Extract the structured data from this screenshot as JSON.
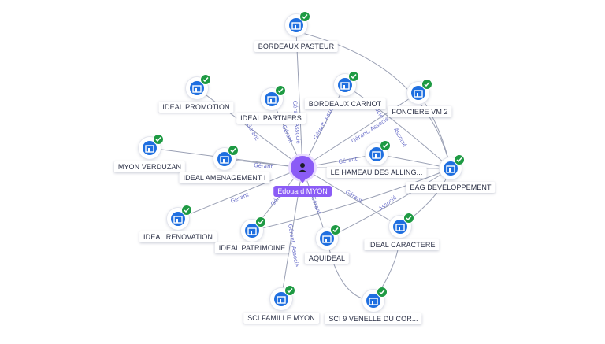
{
  "person": {
    "name": "Edouard MYON"
  },
  "colors": {
    "person": "#8b5cf6",
    "company": "#1f6fe0",
    "verified": "#1e9a43",
    "edge": "#9aa0b4",
    "edge_label": "#6a6fc9"
  },
  "icons": {
    "company": "building-icon",
    "verified": "check-icon",
    "person": "user-icon"
  },
  "companies": [
    {
      "id": "bordeaux_pasteur",
      "name": "BORDEAUX PASTEUR"
    },
    {
      "id": "ideal_promotion",
      "name": "IDEAL PROMOTION"
    },
    {
      "id": "ideal_partners",
      "name": "IDEAL PARTNERS"
    },
    {
      "id": "bordeaux_carnot",
      "name": "BORDEAUX CARNOT"
    },
    {
      "id": "fonciere_vm2",
      "name": "FONCIERE VM 2"
    },
    {
      "id": "myon_verduzan",
      "name": "MYON VERDUZAN"
    },
    {
      "id": "ideal_amenagement",
      "name": "IDEAL AMENAGEMENT I"
    },
    {
      "id": "hameau",
      "name": "LE HAMEAU DES ALLING..."
    },
    {
      "id": "eag",
      "name": "EAG DEVELOPPEMENT"
    },
    {
      "id": "ideal_renovation",
      "name": "IDEAL RENOVATION"
    },
    {
      "id": "ideal_patrimoine",
      "name": "IDEAL PATRIMOINE"
    },
    {
      "id": "aquideal",
      "name": "AQUIDEAL"
    },
    {
      "id": "ideal_caractere",
      "name": "IDEAL CARACTERE"
    },
    {
      "id": "sci_famille",
      "name": "SCI FAMILLE MYON"
    },
    {
      "id": "sci_venelle",
      "name": "SCI 9 VENELLE DU COR..."
    }
  ],
  "relations": [
    {
      "id": "r_pasteur",
      "label": "Gérant, Associé"
    },
    {
      "id": "r_partners",
      "label": "Gérant"
    },
    {
      "id": "r_carnot",
      "label": "Gérant, Associé"
    },
    {
      "id": "r_vm2",
      "label": "Gérant, Associé"
    },
    {
      "id": "r_amenagement",
      "label": "Gérant"
    },
    {
      "id": "r_hameau",
      "label": "Gérant"
    },
    {
      "id": "r_renovation",
      "label": "Gérant"
    },
    {
      "id": "r_patrimoine",
      "label": "Gérant"
    },
    {
      "id": "r_aquideal",
      "label": "Gérant"
    },
    {
      "id": "r_caractere",
      "label": "Gérant"
    },
    {
      "id": "r_famille",
      "label": "Gérant, Associé"
    },
    {
      "id": "r_eag_assoc",
      "label": "Associé"
    },
    {
      "id": "r_eag_vm2",
      "label": "Associé"
    },
    {
      "id": "r_carnot_a",
      "label": "Associé"
    },
    {
      "id": "r_promotion",
      "label": "Gérant"
    }
  ]
}
